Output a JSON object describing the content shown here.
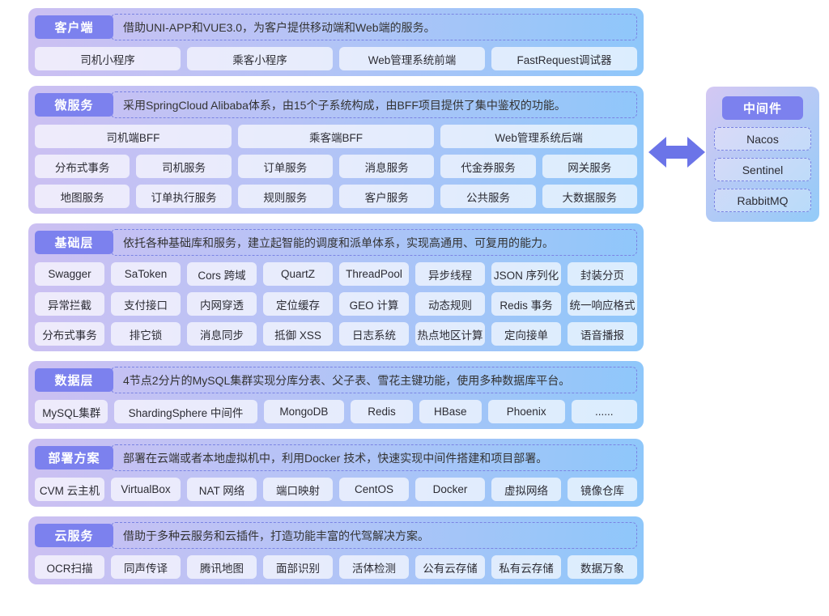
{
  "sections": [
    {
      "id": "client",
      "tag": "客户端",
      "desc": "借助UNI-APP和VUE3.0，为客户提供移动端和Web端的服务。",
      "rows": [
        [
          "司机小程序",
          "乘客小程序",
          "Web管理系统前端",
          "FastRequest调试器"
        ]
      ]
    },
    {
      "id": "microservice",
      "tag": "微服务",
      "desc": "采用SpringCloud Alibaba体系，由15个子系统构成，由BFF项目提供了集中鉴权的功能。",
      "rows": [
        [
          "司机端BFF",
          "乘客端BFF",
          "Web管理系统后端"
        ],
        [
          "分布式事务",
          "司机服务",
          "订单服务",
          "消息服务",
          "代金券服务",
          "网关服务"
        ],
        [
          "地图服务",
          "订单执行服务",
          "规则服务",
          "客户服务",
          "公共服务",
          "大数据服务"
        ]
      ]
    },
    {
      "id": "foundation",
      "tag": "基础层",
      "desc": "依托各种基础库和服务，建立起智能的调度和派单体系，实现高通用、可复用的能力。",
      "rows": [
        [
          "Swagger",
          "SaToken",
          "Cors 跨域",
          "QuartZ",
          "ThreadPool",
          "异步线程",
          "JSON 序列化",
          "封装分页"
        ],
        [
          "异常拦截",
          "支付接口",
          "内网穿透",
          "定位缓存",
          "GEO 计算",
          "动态规则",
          "Redis 事务",
          "统一响应格式"
        ],
        [
          "分布式事务",
          "排它锁",
          "消息同步",
          "抵御 XSS",
          "日志系统",
          "热点地区计算",
          "定向接单",
          "语音播报"
        ]
      ]
    },
    {
      "id": "data",
      "tag": "数据层",
      "desc": "4节点2分片的MySQL集群实现分库分表、父子表、雪花主键功能，使用多种数据库平台。",
      "rows": [
        [
          "MySQL集群",
          "ShardingSphere 中间件",
          "MongoDB",
          "Redis",
          "HBase",
          "Phoenix",
          "......"
        ]
      ]
    },
    {
      "id": "deploy",
      "tag": "部署方案",
      "desc": "部署在云端或者本地虚拟机中，利用Docker 技术，快速实现中间件搭建和项目部署。",
      "rows": [
        [
          "CVM 云主机",
          "VirtualBox",
          "NAT 网络",
          "端口映射",
          "CentOS",
          "Docker",
          "虚拟网络",
          "镜像仓库"
        ]
      ]
    },
    {
      "id": "cloud",
      "tag": "云服务",
      "desc": "借助于多种云服务和云插件，打造功能丰富的代驾解决方案。",
      "rows": [
        [
          "OCR扫描",
          "同声传译",
          "腾讯地图",
          "面部识别",
          "活体检测",
          "公有云存储",
          "私有云存储",
          "数据万象"
        ]
      ]
    }
  ],
  "middleware": {
    "tag": "中间件",
    "items": [
      "Nacos",
      "Sentinel",
      "RabbitMQ"
    ]
  },
  "colors": {
    "tag_bg": "#7c81ee",
    "panel_from": "#ccc0f2",
    "panel_to": "#8ec7fa",
    "dash_border": "#7b84e3",
    "arrow": "#6b74e8"
  }
}
